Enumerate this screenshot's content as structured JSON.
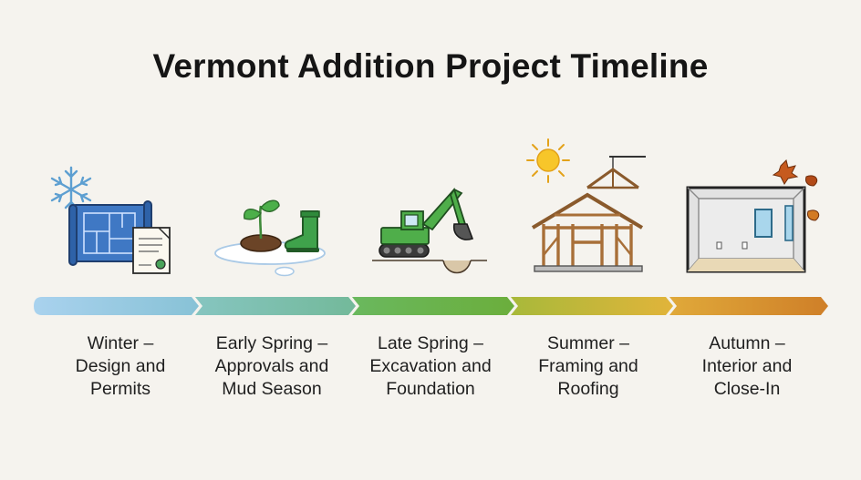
{
  "title": "Vermont Addition Project Timeline",
  "stages": [
    {
      "lines": [
        "Winter –",
        "Design and",
        "Permits"
      ],
      "icon": "blueprint-snowflake-icon",
      "color": "#9ccbe6"
    },
    {
      "lines": [
        "Early Spring –",
        "Approvals and",
        "Mud Season"
      ],
      "icon": "sprout-boot-icon",
      "color": "#7cc2b3"
    },
    {
      "lines": [
        "Late Spring –",
        "Excavation and",
        "Foundation"
      ],
      "icon": "excavator-icon",
      "color": "#5fae4a"
    },
    {
      "lines": [
        "Summer –",
        "Framing and",
        "Roofing"
      ],
      "icon": "house-frame-sun-icon",
      "color": "#d8b73a"
    },
    {
      "lines": [
        "Autumn –",
        "Interior and",
        "Close-In"
      ],
      "icon": "interior-room-leaves-icon",
      "color": "#cf8a2c"
    }
  ]
}
